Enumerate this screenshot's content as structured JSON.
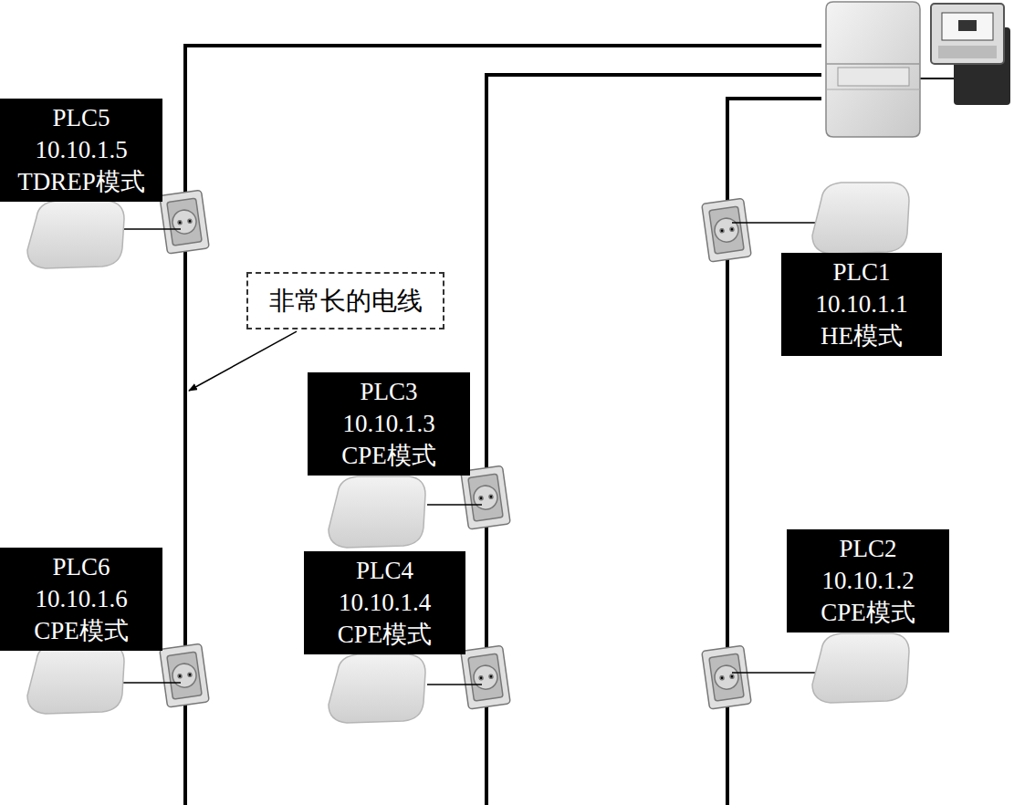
{
  "diagram": {
    "nodes": [
      {
        "text": [
          "PLC5 10.10.1.5 TDREP模式"
        ]
      },
      {
        "text": [
          "非常长的电线"
        ]
      },
      {
        "text": [
          "PLC1 10.10.1.1 HE模式"
        ]
      },
      {
        "text": [
          "PLC3 10.10.1.3 CPE模式"
        ]
      },
      {
        "text": [
          "PLC6 10.10.1.6 CPE模式"
        ]
      },
      {
        "text": [
          "PLC4 10.10.1.4 CPE模式"
        ]
      },
      {
        "text": [
          "PLC2 10.10.1.2 CPE模式"
        ]
      }
    ]
  }
}
